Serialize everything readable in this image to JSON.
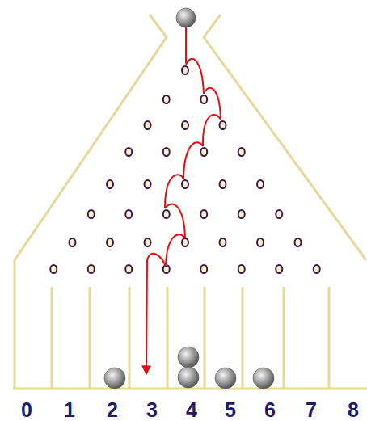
{
  "diagram": {
    "labels": [
      "0",
      "1",
      "2",
      "3",
      "4",
      "5",
      "6",
      "7",
      "8"
    ]
  }
}
